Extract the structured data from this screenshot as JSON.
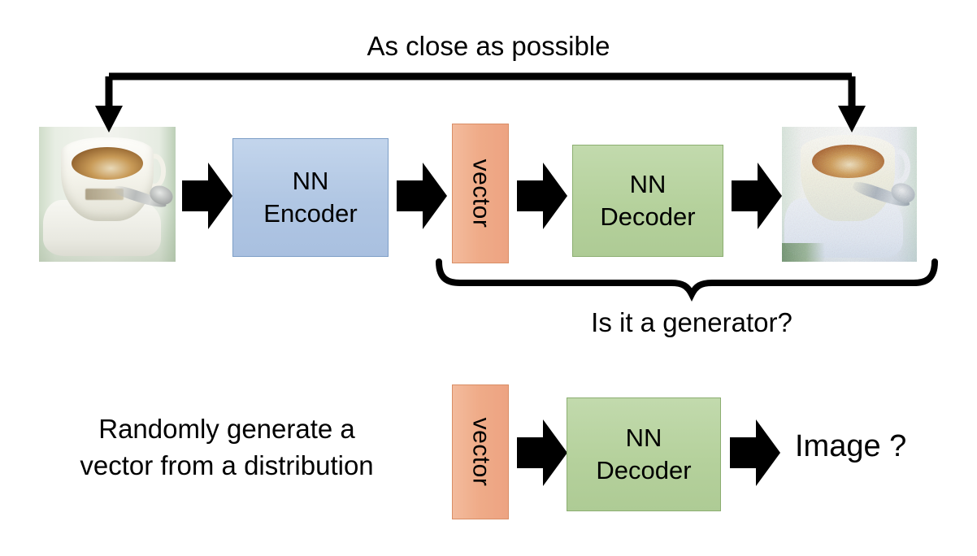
{
  "diagram": {
    "title_caption": "As close as possible",
    "generator_caption": "Is it a generator?",
    "random_caption": "Randomly generate a\nvector from a distribution",
    "image_question": "Image ?",
    "colors": {
      "encoder_box": "#b0c6e3",
      "decoder_box": "#b5d19c",
      "vector_box": "#efab88",
      "arrow": "#000000",
      "text": "#000000",
      "background": "#ffffff"
    },
    "top_row": {
      "input_image_alt": "coffee-cup-photo",
      "encoder": {
        "line1": "NN",
        "line2": "Encoder"
      },
      "vector": {
        "label": "vector"
      },
      "decoder": {
        "line1": "NN",
        "line2": "Decoder"
      },
      "output_image_alt": "reconstructed-noisy-coffee-cup-photo"
    },
    "bottom_row": {
      "vector": {
        "label": "vector"
      },
      "decoder": {
        "line1": "NN",
        "line2": "Decoder"
      },
      "output_label": "Image ?"
    },
    "arrows": [
      {
        "name": "image-to-encoder"
      },
      {
        "name": "encoder-to-vector"
      },
      {
        "name": "vector-to-decoder"
      },
      {
        "name": "decoder-to-image"
      },
      {
        "name": "bottom-vector-to-decoder"
      },
      {
        "name": "bottom-decoder-to-image"
      }
    ],
    "connectors": [
      {
        "name": "reconstruction-loss-connector",
        "label": "As close as possible"
      },
      {
        "name": "generator-brace",
        "label": "Is it a generator?"
      }
    ]
  }
}
